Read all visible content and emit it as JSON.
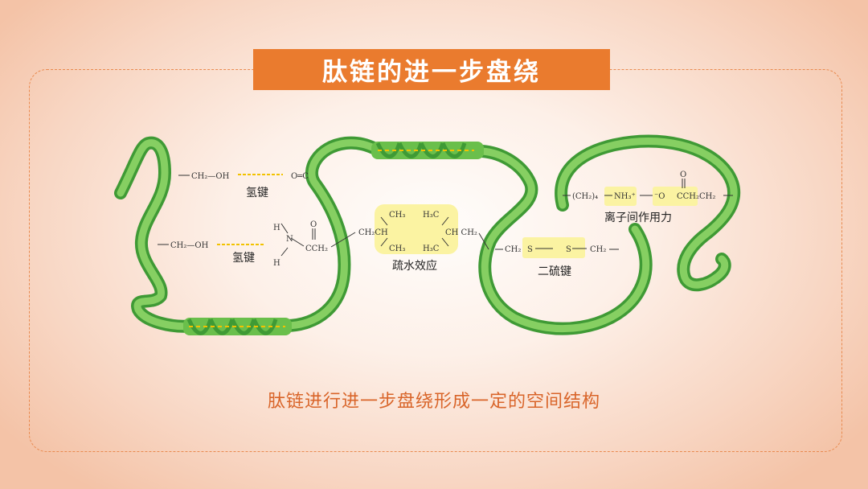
{
  "title": "肽链的进一步盘绕",
  "caption": "肽链进行进一步盘绕形成一定的空间结构",
  "labels": {
    "hbond1": "氢键",
    "hbond2": "氢键",
    "hydrophobic": "疏水效应",
    "disulfide": "二硫键",
    "ionic": "离子间作用力"
  },
  "chem": {
    "ch2oh_top": "CH₂—OH",
    "ch2oh_bottom": "CH₂—OH",
    "co_top": "O═C",
    "h_top": "H",
    "n": "N",
    "h_bottom": "H",
    "o": "O",
    "cch2": "CCH₂",
    "ch2ch": "CH₂CH",
    "ch3_a": "CH₃",
    "ch3_b": "CH₃",
    "h3c_a": "H₃C",
    "h3c_b": "H₃C",
    "chch2": "CH CH₂",
    "ch2_s_left": "CH₂",
    "s1": "S",
    "s2": "S",
    "ch2_s_right": "CH₂",
    "ch2_4": "(CH₂)₄",
    "nh3": "NH₃⁺",
    "o_minus": "⁻O",
    "o_top": "O",
    "cch2ch2": "CCH₂CH₂"
  },
  "colors": {
    "accent": "#ea7b2e",
    "ribbon": "#6abf4b",
    "ribbon_dark": "#3f9a35",
    "highlight": "#fbf3a2",
    "hbond_dash": "#f2c200",
    "caption": "#d9652a"
  }
}
